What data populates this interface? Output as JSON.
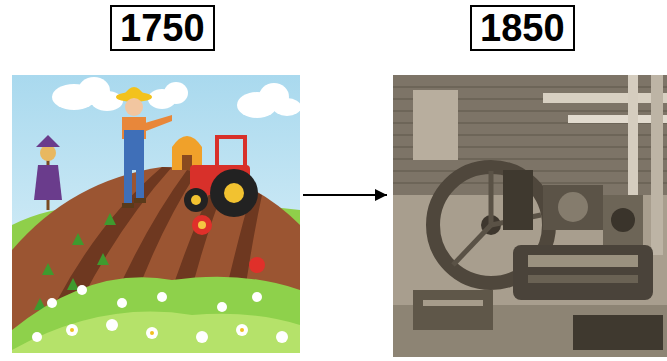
{
  "diagram": {
    "nodes": [
      {
        "text": [
          "1750"
        ]
      },
      {
        "text": [
          "1850"
        ]
      }
    ],
    "edges": [
      {
        "from": 0,
        "to": 1,
        "arrow": "to"
      }
    ]
  }
}
